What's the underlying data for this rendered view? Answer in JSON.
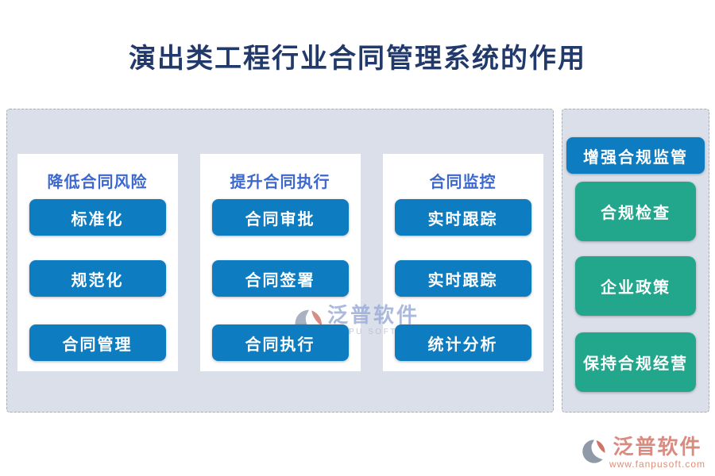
{
  "page": {
    "title": "演出类工程行业合同管理系统的作用"
  },
  "columns": [
    {
      "header": "降低合同风险",
      "buttons": [
        "标准化",
        "规范化",
        "合同管理"
      ]
    },
    {
      "header": "提升合同执行",
      "buttons": [
        "合同审批",
        "合同签署",
        "合同执行"
      ]
    },
    {
      "header": "合同监控",
      "buttons": [
        "实时跟踪",
        "实时跟踪",
        "统计分析"
      ]
    }
  ],
  "side_panel": {
    "primary_button": "增强合规监管",
    "buttons": [
      "合规检查",
      "企业政策",
      "保持合规经营"
    ]
  },
  "watermark": {
    "name": "泛普软件",
    "subtitle": "FANPU SOFTWARE"
  },
  "footer_logo": {
    "name": "泛普软件",
    "url": "www.fanpusoft.com"
  },
  "colors": {
    "title_text": "#22396b",
    "column_header_text": "#3c67cf",
    "blue_button": "#0e7cc1",
    "green_button": "#23a78c",
    "panel_background": "#dbdfe9",
    "watermark_text": "#9cadd8",
    "footer_text": "#d98b80"
  }
}
